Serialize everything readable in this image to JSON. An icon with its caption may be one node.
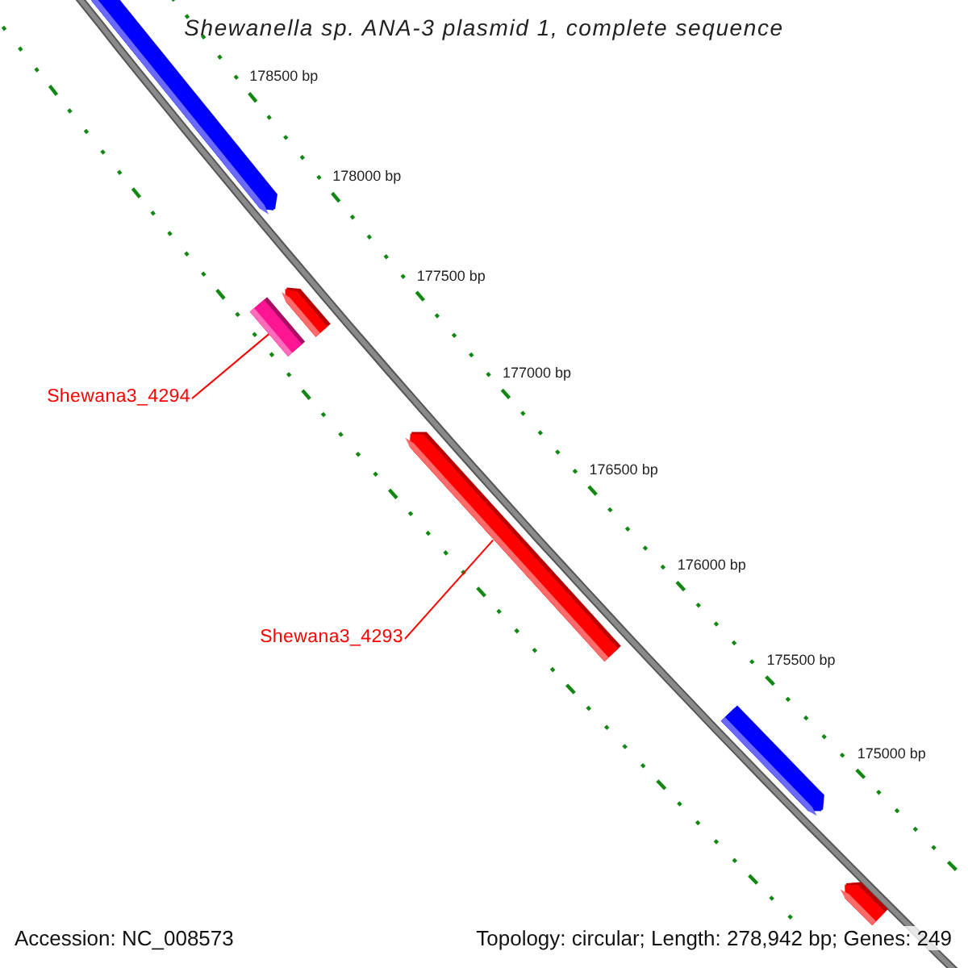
{
  "diagram": {
    "title": "Shewanella sp. ANA-3 plasmid 1, complete sequence",
    "nodes": [
      {
        "text": [],
        "shape": "arrow"
      },
      {
        "text": [],
        "shape": "arrow"
      },
      {
        "text": [],
        "shape": "box"
      },
      {
        "text": [
          "Shewana3_4294"
        ]
      },
      {
        "text": [],
        "shape": "arrow"
      },
      {
        "text": [
          "Shewana3_4293"
        ]
      },
      {
        "text": [],
        "shape": "arrow"
      },
      {
        "text": [],
        "shape": "arrow"
      }
    ],
    "edges": [
      {
        "from": 3,
        "to": 2,
        "arrow": "none"
      },
      {
        "from": 5,
        "to": 4,
        "arrow": "none"
      }
    ],
    "labels": [
      "178500 bp",
      "178000 bp",
      "177500 bp",
      "177000 bp",
      "176500 bp",
      "176000 bp",
      "175500 bp",
      "175000 bp",
      "Accession: NC_008573",
      "Topology: circular; Length: 278,942 bp; Genes: 249"
    ]
  }
}
